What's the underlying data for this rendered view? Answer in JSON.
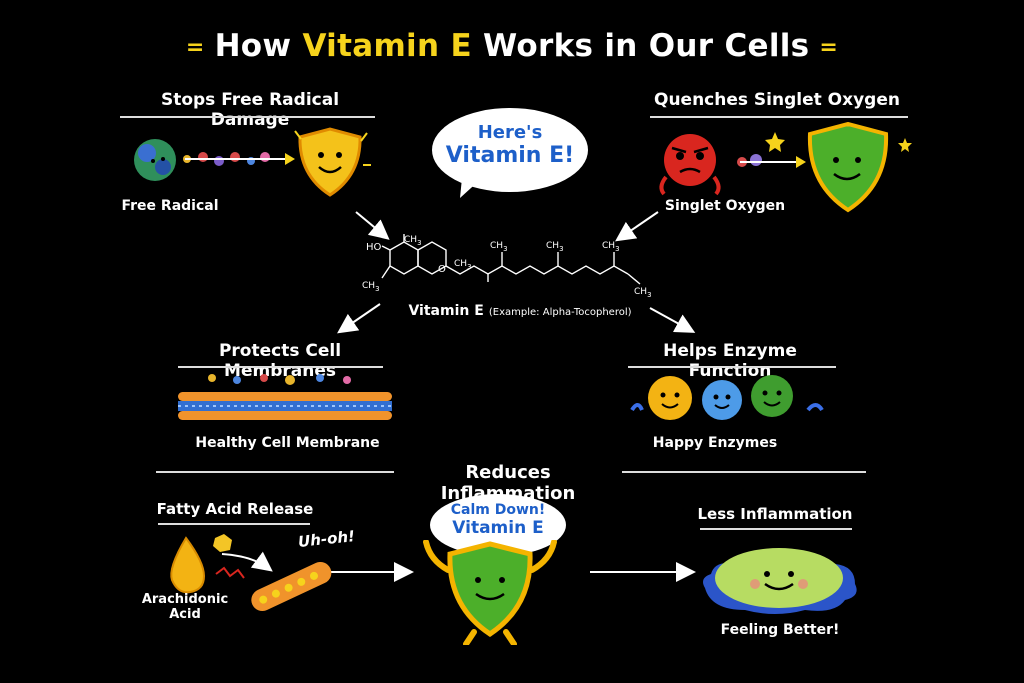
{
  "title": {
    "pre": "How ",
    "highlight": "Vitamin E",
    "post": " Works in Our Cells"
  },
  "sections": {
    "free_radical": {
      "heading": "Stops Free Radical Damage",
      "label": "Free Radical"
    },
    "singlet": {
      "heading": "Quenches Singlet Oxygen",
      "label": "Singlet Oxygen"
    },
    "bubble_top": {
      "line1": "Here's",
      "line2": "Vitamin E!"
    },
    "molecule": {
      "name": "Vitamin E",
      "example": "(Example: Alpha-Tocopherol)",
      "ho": "HO",
      "o": "O",
      "ch3": "CH",
      "sub3": "3"
    },
    "membrane": {
      "heading": "Protects Cell Membranes",
      "label": "Healthy Cell Membrane"
    },
    "enzyme": {
      "heading": "Helps Enzyme Function",
      "label": "Happy Enzymes"
    },
    "inflammation": {
      "heading": "Reduces Inflammation"
    },
    "fatty_acid": {
      "heading": "Fatty Acid Release",
      "label_line1": "Arachidonic",
      "label_line2": "Acid",
      "exclaim": "Uh-oh!"
    },
    "calm": {
      "line1": "Calm Down!",
      "line2": "Vitamin E"
    },
    "less": {
      "heading": "Less Inflammation",
      "label": "Feeling Better!"
    }
  },
  "colors": {
    "highlight": "#f6d31c",
    "bubble_text": "#1d5fc9",
    "shield_green": "#4caf2a",
    "shield_border": "#f4b400"
  }
}
